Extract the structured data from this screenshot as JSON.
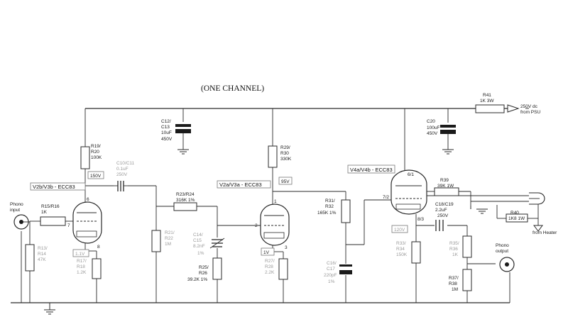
{
  "title": "(ONE CHANNEL)",
  "connectors": {
    "phono_input": [
      "Phono",
      "input"
    ],
    "phono_output": [
      "Phono",
      "output"
    ],
    "supply": [
      "250V dc",
      "from PSU"
    ],
    "heater": "from Heater"
  },
  "tubes": {
    "v2b": "V2b/V3b - ECC83",
    "v2a": "V2a/V3a - ECC83",
    "v4": "V4a/V4b - ECC83"
  },
  "pins": {
    "v2b_anode": "6",
    "v2b_grid": "7",
    "v2b_cathode": "8",
    "v2a_anode": "1",
    "v2a_grid": "2",
    "v2a_cathode": "3",
    "v4_anode": "6/1",
    "v4_grid": "7/2",
    "v4_cathode": "8/3"
  },
  "voltages": {
    "v2b_anode": "150V",
    "v2b_cathode": "1.1V",
    "v2a_anode": "95V",
    "v2a_cathode": "1V",
    "v4_cathode": "120V"
  },
  "components": {
    "r15": [
      "R15/R16",
      "1K"
    ],
    "r13": [
      "R13/",
      "R14",
      "47K"
    ],
    "r19": [
      "R19/",
      "R20",
      "100K"
    ],
    "c10": [
      "C10/C11",
      "0.1uF",
      "250V"
    ],
    "r17": [
      "R17/",
      "R18",
      "1.2K"
    ],
    "r23": [
      "R23/R24",
      "316K 1%"
    ],
    "r21": [
      "R21/",
      "R22",
      "1M"
    ],
    "c14": [
      "C14/",
      "C15",
      "8.2nF",
      "1%"
    ],
    "r25": [
      "R25/",
      "R26",
      "39.2K 1%"
    ],
    "c12": [
      "C12/",
      "C13",
      "10uF",
      "450V"
    ],
    "r29": [
      "R29/",
      "R30",
      "330K"
    ],
    "r27": [
      "R27/",
      "R28",
      "2.2K"
    ],
    "r31": [
      "R31/",
      "R32",
      "165K 1%"
    ],
    "c16": [
      "C16/",
      "C17",
      "220pF",
      "1%"
    ],
    "c20": [
      "C20",
      "100uF",
      "450V"
    ],
    "r41": [
      "R41",
      "1K 3W"
    ],
    "r39": [
      "R39",
      "39K 1W"
    ],
    "c18": [
      "C18/C19",
      "2.2uF",
      "250V"
    ],
    "r40": [
      "R40",
      "1K8 1W"
    ],
    "r33": [
      "R33/",
      "R34",
      "150K"
    ],
    "r35": [
      "R35/",
      "R36",
      "1K"
    ],
    "r37": [
      "R37/",
      "R38",
      "1M"
    ]
  }
}
